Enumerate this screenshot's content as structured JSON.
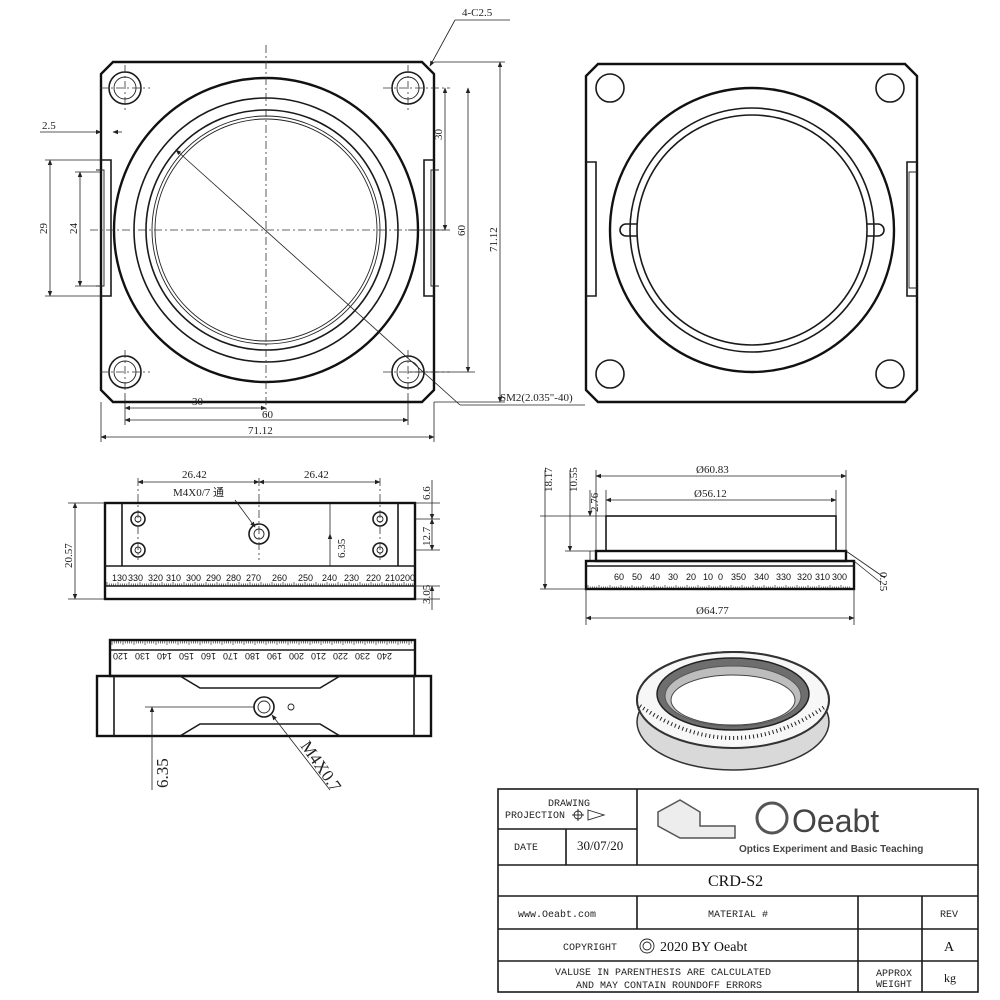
{
  "front_view": {
    "chamfer_label": "4-C2.5",
    "dim_2_5": "2.5",
    "dim_29": "29",
    "dim_24": "24",
    "dim_30_right": "30",
    "dim_60_right": "60",
    "dim_71_12_right": "71.12",
    "dim_30_bottom": "30",
    "dim_60_bottom": "60",
    "dim_71_12_bottom": "71.12",
    "thread_label": "SM2(2.035\"-40)"
  },
  "side_view": {
    "dim_26_42_left": "26.42",
    "dim_26_42_right": "26.42",
    "tap_label": "M4X0/7 通",
    "dim_6_6": "6.6",
    "dim_20_57": "20.57",
    "dim_6_35": "6.35",
    "dim_12_7": "12.7",
    "dim_3_05": "3.05",
    "scale_labels": [
      "130",
      "330",
      "320",
      "310",
      "300",
      "290",
      "280",
      "270",
      "260",
      "250",
      "240",
      "230",
      "220",
      "210",
      "200"
    ]
  },
  "ring_view": {
    "dim_18_17": "18.17",
    "dim_10_55": "10.55",
    "dim_2_76": "2.76",
    "dim_phi_60_83": "Ø60.83",
    "dim_phi_56_12": "Ø56.12",
    "dim_phi_64_77": "Ø64.77",
    "dim_0_25": "0.25",
    "scale_labels": [
      "60",
      "50",
      "40",
      "30",
      "20",
      "10",
      "0",
      "350",
      "340",
      "330",
      "320",
      "310",
      "300"
    ]
  },
  "bottom_view": {
    "scale_labels": [
      "120",
      "130",
      "140",
      "150",
      "160",
      "170",
      "180",
      "190",
      "200",
      "210",
      "220",
      "230",
      "240"
    ],
    "dim_6_35": "6.35",
    "tap_label": "M4X0.7"
  },
  "title_block": {
    "projection_label_1": "DRAWING",
    "projection_label_2": "PROJECTION",
    "date_label": "DATE",
    "date_value": "30/07/20",
    "brand": "Oeabt",
    "brand_tagline": "Optics Experiment and Basic Teaching",
    "part_number": "CRD-S2",
    "website": "www.Oeabt.com",
    "material_label": "MATERIAL #",
    "rev_label": "REV",
    "rev_value": "A",
    "copyright_label": "COPYRIGHT",
    "copyright_value": "2020 BY Oeabt",
    "note_line_1": "VALUSE IN PARENTHESIS ARE CALCULATED",
    "note_line_2": "AND MAY CONTAIN ROUNDOFF ERRORS",
    "approx_label": "APPROX",
    "weight_label": "WEIGHT",
    "weight_unit": "kg"
  }
}
